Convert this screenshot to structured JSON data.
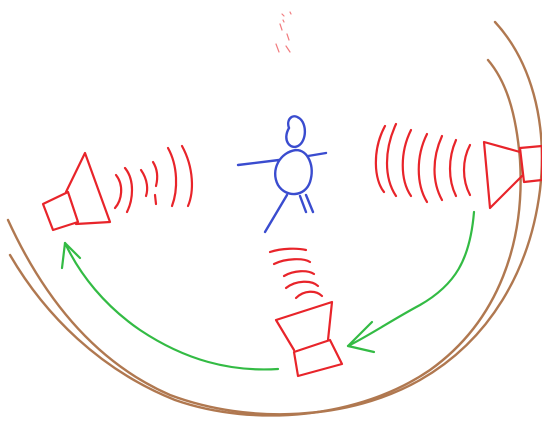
{
  "colors": {
    "speaker": "#e8242a",
    "person": "#3a4ccf",
    "track": "#b07850",
    "motion_arrow": "#33bb44",
    "background": "#ffffff"
  },
  "elements": {
    "person": "stick-figure",
    "speakers": [
      "left-speaker",
      "bottom-speaker",
      "right-speaker",
      "top-speaker-faint"
    ],
    "arrows": [
      "arrow-right-to-bottom",
      "arrow-bottom-to-left"
    ],
    "track": "curved-rail"
  }
}
